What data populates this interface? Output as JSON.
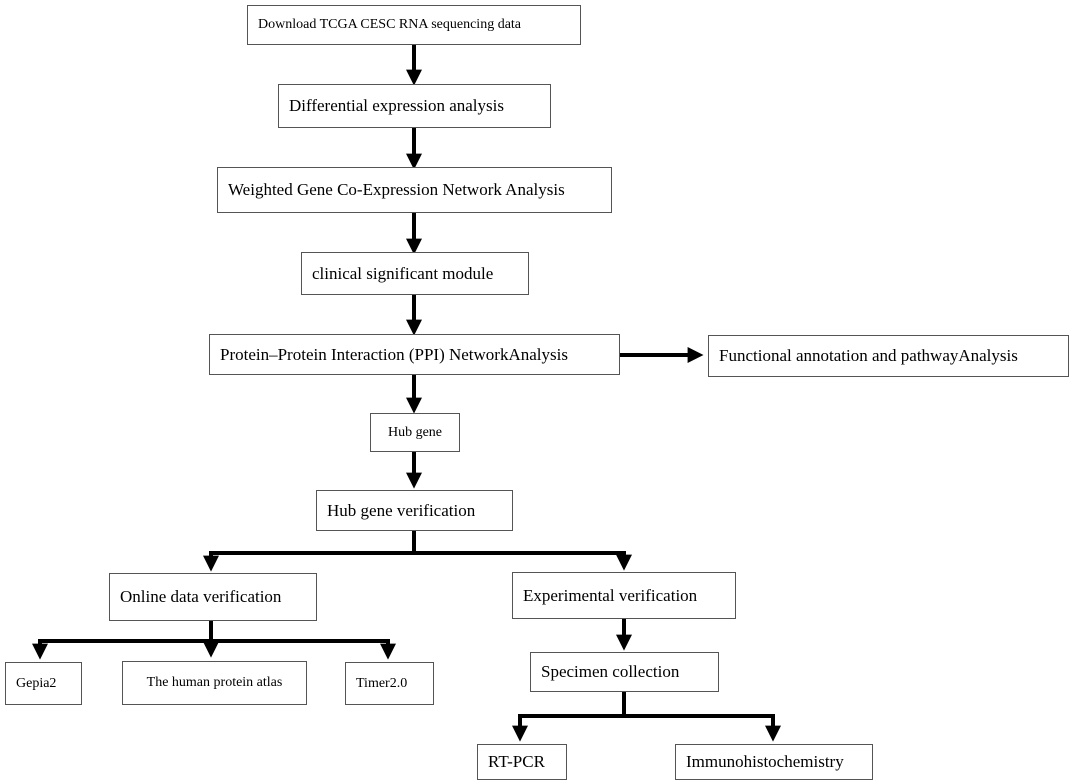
{
  "nodes": {
    "download": "Download TCGA CESC RNA sequencing data",
    "differential": "Differential expression analysis",
    "wgcna": "Weighted Gene Co-Expression Network Analysis",
    "clinical_module": "clinical significant module",
    "ppi": "Protein–Protein Interaction (PPI) NetworkAnalysis",
    "functional": "Functional annotation and pathwayAnalysis",
    "hub_gene": "Hub gene",
    "hub_verification": "Hub gene verification",
    "online_verification": "Online data verification",
    "experimental_verification": "Experimental verification",
    "gepia2": "Gepia2",
    "protein_atlas": "The human protein atlas",
    "timer2": "Timer2.0",
    "specimen": "Specimen collection",
    "rtpcr": "RT-PCR",
    "ihc": "Immunohistochemistry"
  },
  "edges": [
    {
      "from": "download",
      "to": "differential"
    },
    {
      "from": "differential",
      "to": "wgcna"
    },
    {
      "from": "wgcna",
      "to": "clinical_module"
    },
    {
      "from": "clinical_module",
      "to": "ppi"
    },
    {
      "from": "ppi",
      "to": "functional"
    },
    {
      "from": "ppi",
      "to": "hub_gene"
    },
    {
      "from": "hub_gene",
      "to": "hub_verification"
    },
    {
      "from": "hub_verification",
      "to": "online_verification"
    },
    {
      "from": "hub_verification",
      "to": "experimental_verification"
    },
    {
      "from": "online_verification",
      "to": "gepia2"
    },
    {
      "from": "online_verification",
      "to": "protein_atlas"
    },
    {
      "from": "online_verification",
      "to": "timer2"
    },
    {
      "from": "experimental_verification",
      "to": "specimen"
    },
    {
      "from": "specimen",
      "to": "rtpcr"
    },
    {
      "from": "specimen",
      "to": "ihc"
    }
  ]
}
